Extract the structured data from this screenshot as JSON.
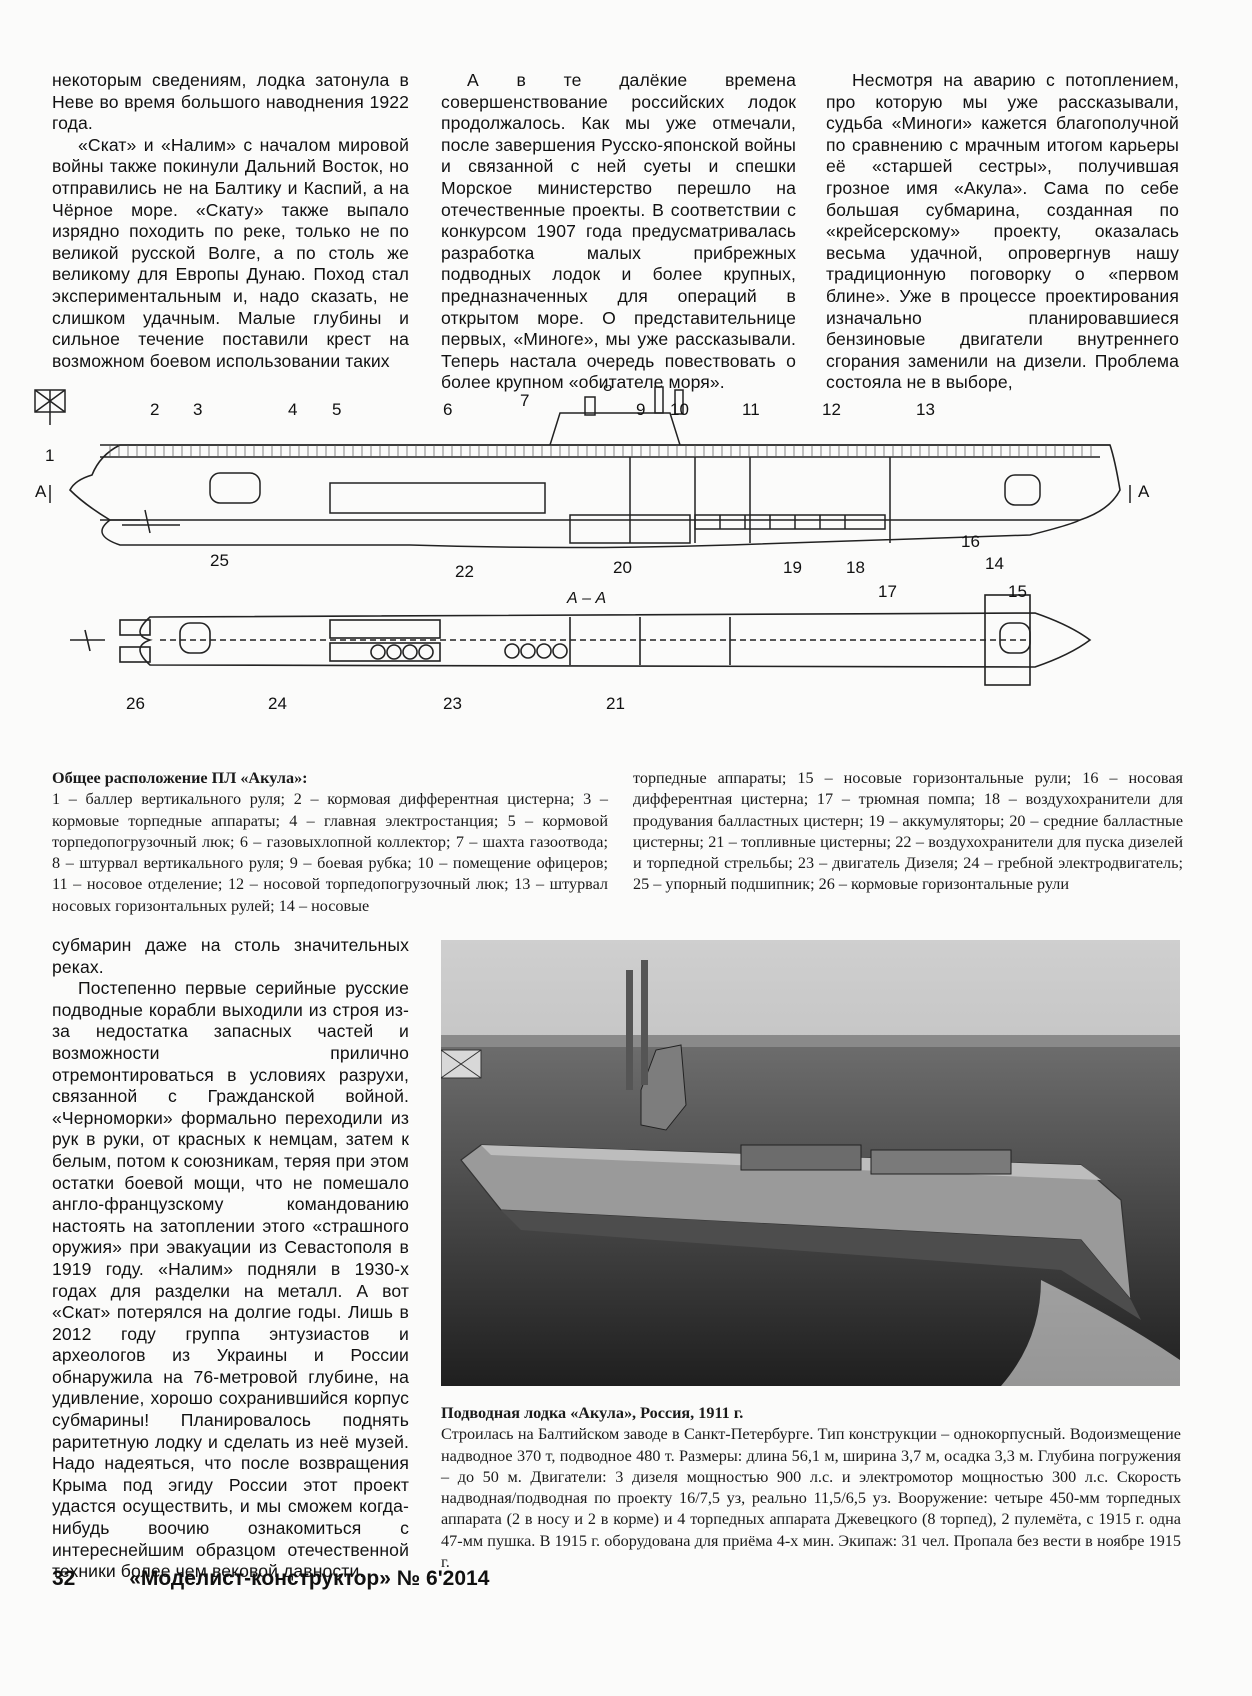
{
  "article": {
    "col1": [
      "некоторым сведениям, лодка затонула в Неве во время большого наводнения 1922 года.",
      "«Скат» и «Налим» с началом мировой войны также покинули Дальний Восток, но отправились не на Балтику и Каспий, а на Чёрное море. «Скату» также выпало изрядно походить по реке, только не по великой русской Волге, а по столь же великому для Европы Дунаю. Поход стал экспериментальным и, надо сказать, не слишком удачным. Малые глубины и сильное течение поставили крест на возможном боевом использовании таких"
    ],
    "col2": [
      "А в те далёкие времена совершенствование российских лодок продолжалось. Как мы уже отмечали, после завершения Русско-японской войны и связанной с ней суеты и спешки Морское министерство перешло на отечественные проекты. В соответствии с конкурсом 1907 года предусматривалась разработка малых прибрежных подводных лодок и более крупных, предназначенных для операций в открытом море. О представительнице первых, «Миноге», мы уже рассказывали. Теперь настала очередь повествовать о более крупном «обитателе моря»."
    ],
    "col3": [
      "Несмотря на аварию с потоплением, про которую мы уже рассказывали, судьба «Миноги» кажется благополучной по сравнению с мрачным итогом карьеры её «старшей сестры», получившая грозное имя «Акула». Сама по себе большая субмарина, созданная по «крейсерскому» проекту, оказалась весьма удачной, опровергнув нашу традиционную поговорку о «первом блине». Уже в процессе проектирования изначально планировавшиеся бензиновые двигатели внутреннего сгорания заменили на дизели. Проблема состояла не в выборе,"
    ],
    "col4": [
      "субмарин даже на столь значительных реках.",
      "Постепенно первые серийные русские подводные корабли выходили из строя из-за недостатка запасных частей и возможности прилично отремонтироваться в условиях разрухи, связанной с Гражданской войной. «Черноморки» формально переходили из рук в руки, от красных к немцам, затем к белым, потом к союзникам, теряя при этом остатки боевой мощи, что не помешало англо-французскому командованию настоять на затоплении этого «страшного оружия» при эвакуации из Севастополя в 1919 году. «Налим» подняли в 1930-х годах для разделки на металл. А вот «Скат» потерялся на долгие годы. Лишь в 2012 году группа энтузиастов и археологов из Украины и России обнаружила на 76-метровой глубине, на удивление, хорошо сохранившийся корпус субмарины! Планировалось поднять раритетную лодку и сделать из неё музей. Надо надеяться, что после возвращения Крыма под эгиду России этот проект удастся осуществить, и мы сможем когда-нибудь воочию ознакомиться с интереснейшим образцом отечественной техники более чем вековой давности."
    ]
  },
  "diagram": {
    "section_label": "А – А",
    "arrow_label_left": "А",
    "arrow_label_right": "А",
    "callouts": [
      "1",
      "2",
      "3",
      "4",
      "5",
      "6",
      "7",
      "8",
      "9",
      "10",
      "11",
      "12",
      "13",
      "14",
      "15",
      "16",
      "17",
      "18",
      "19",
      "20",
      "21",
      "22",
      "23",
      "24",
      "25",
      "26"
    ],
    "caption_title": "Общее расположение ПЛ «Акула»:",
    "caption_left": "1 – баллер вертикального руля; 2 – кормовая дифферентная цистерна; 3 – кормовые торпедные аппараты; 4 – главная электростанция; 5 – кормовой торпедопогрузочный люк; 6 – газовыхлопной коллектор; 7 – шахта газоотвода; 8 – штурвал вертикального руля; 9 – боевая рубка; 10 – помещение офицеров; 11 – носовое отделение; 12 – носовой торпедопогрузочный люк; 13 – штурвал носовых горизонтальных рулей; 14 – носовые",
    "caption_right": "торпедные аппараты; 15 – носовые горизонтальные рули; 16 – носовая дифферентная цистерна; 17 – трюмная помпа; 18 – воздухохранители для продувания балластных цистерн; 19 – аккумуляторы; 20 – средние балластные цистерны; 21 – топливные цистерны; 22 – воздухохранители для пуска дизелей и торпедной стрельбы; 23 – двигатель Дизеля; 24 – гребной электродвигатель; 25 – упорный подшипник; 26 – кормовые горизонтальные рули"
  },
  "photo": {
    "caption_title": "Подводная лодка «Акула», Россия, 1911 г.",
    "caption_text": "Строилась на Балтийском заводе в Санкт-Петербурге. Тип конструкции – однокорпусный. Водоизмещение надводное 370 т, подводное 480 т. Размеры: длина 56,1 м, ширина 3,7 м, осадка 3,3 м. Глубина погружения – до 50 м. Двигатели: 3 дизеля мощностью 900 л.с. и электромотор мощностью 300 л.с. Скорость надводная/подводная по проекту 16/7,5 уз, реально 11,5/6,5 уз. Вооружение: четыре 450-мм торпедных аппарата (2 в носу и 2 в корме) и 4 торпедных аппарата Джевецкого (8 торпед), 2 пулемёта, с 1915 г. одна 47-мм пушка. В 1915 г. оборудована для приёма 4-х мин. Экипаж: 31 чел. Пропала без вести в ноябре 1915 г."
  },
  "footer": {
    "page_number": "32",
    "magazine": "«Моделист-конструктор» № 6'2014"
  }
}
